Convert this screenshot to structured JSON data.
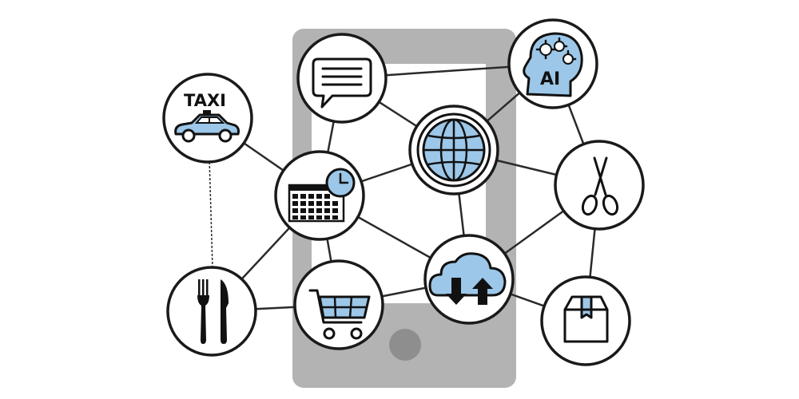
{
  "phone": {
    "body_color": "#b3b3b3",
    "screen_color": "#ffffff",
    "home_button_color": "#8e8e8e"
  },
  "accent_color": "#9cc7e8",
  "nodes": [
    {
      "id": "chat",
      "icon": "chat-bubble-icon"
    },
    {
      "id": "ai",
      "icon": "ai-brain-icon",
      "label": "AI"
    },
    {
      "id": "taxi",
      "icon": "taxi-car-icon",
      "label": "TAXI"
    },
    {
      "id": "globe",
      "icon": "globe-icon"
    },
    {
      "id": "calendar",
      "icon": "calendar-clock-icon"
    },
    {
      "id": "scissors",
      "icon": "scissors-icon"
    },
    {
      "id": "cutlery",
      "icon": "fork-knife-icon"
    },
    {
      "id": "cart",
      "icon": "shopping-cart-icon"
    },
    {
      "id": "cloud",
      "icon": "cloud-sync-icon"
    },
    {
      "id": "box",
      "icon": "package-box-icon"
    }
  ]
}
